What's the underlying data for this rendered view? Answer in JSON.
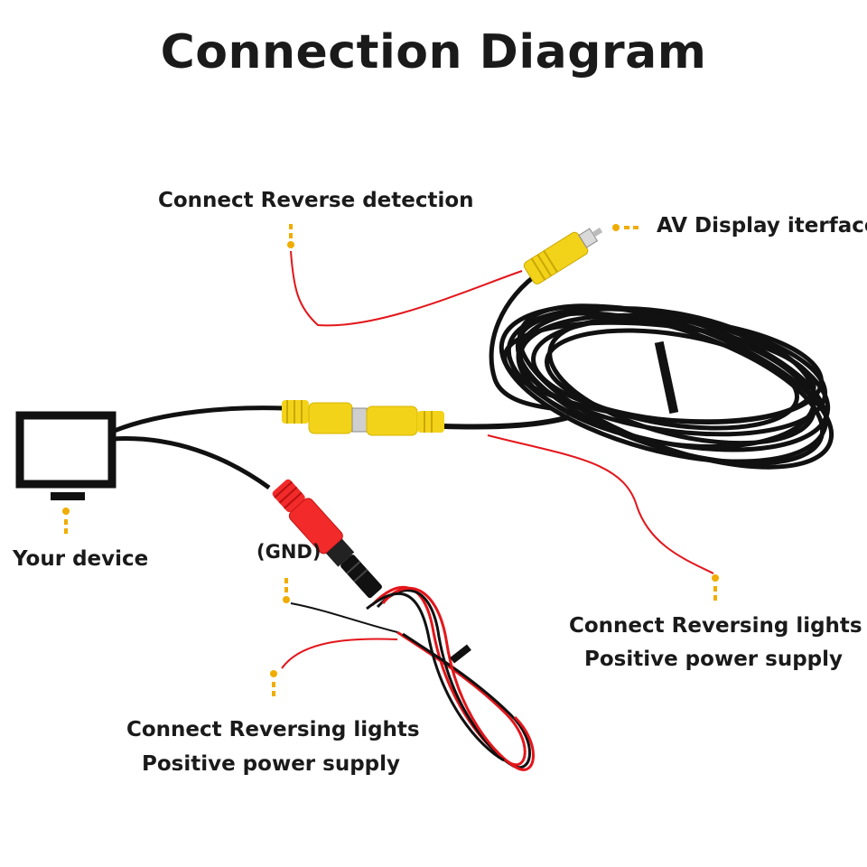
{
  "title": "Connection Diagram",
  "labels": {
    "reverse_detection": "Connect Reverse detection",
    "av_display": "AV Display iterface",
    "your_device": "Your device",
    "gnd": "(GND)",
    "right_line1": "Connect Reversing lights",
    "right_line2": "Positive power supply",
    "bottom_line1": "Connect Reversing lights",
    "bottom_line2": "Positive power supply"
  },
  "colors": {
    "cable": "#111111",
    "red_wire": "#e3161b",
    "yellow_connector": "#f3d21a",
    "red_connector": "#f22a2a",
    "marker": "#f0ad00",
    "text": "#1a1a1a"
  },
  "icons": {
    "device": "monitor-icon"
  }
}
